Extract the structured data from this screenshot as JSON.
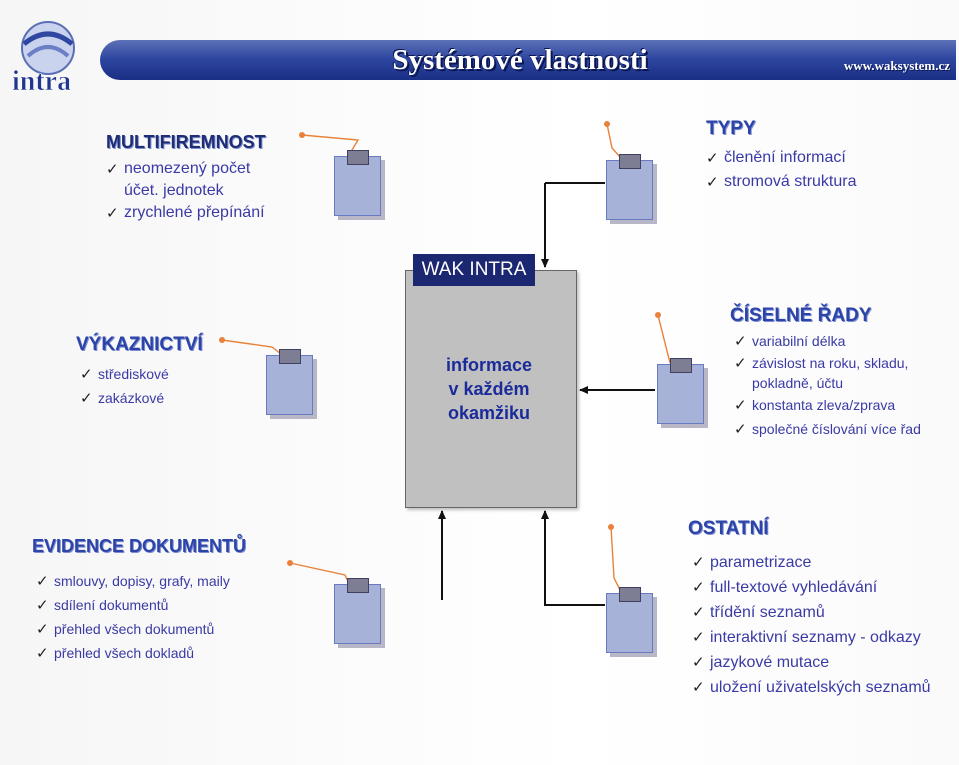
{
  "header": {
    "logo_text": "intra",
    "title": "Systémové vlastnosti",
    "website": "www.waksystem.cz"
  },
  "central": {
    "label": "WAK INTRA",
    "text_lines": [
      "informace",
      "v každém",
      "okamžiku"
    ]
  },
  "modules": {
    "multifirmenost": {
      "heading": "MULTIFIREMNOST",
      "items": [
        "neomezený počet",
        "účet. jednotek",
        "zrychlené přepínání"
      ]
    },
    "typy": {
      "heading": "TYPY",
      "items": [
        "členění informací",
        "stromová struktura"
      ]
    },
    "vykaznictvi": {
      "heading": "VÝKAZNICTVÍ",
      "items": [
        "střediskové",
        "zakázkové"
      ]
    },
    "ciselne_rady": {
      "heading": "ČÍSELNÉ ŘADY",
      "items": [
        "variabilní délka",
        "závislost na roku, skladu,",
        "pokladně, účtu",
        "konstanta zleva/zprava",
        "společné číslování více řad"
      ]
    },
    "evidence": {
      "heading": "EVIDENCE DOKUMENTŮ",
      "items": [
        "smlouvy, dopisy, grafy, maily",
        "sdílení dokumentů",
        "přehled všech dokumentů",
        "přehled všech dokladů"
      ]
    },
    "ostatni": {
      "heading": "OSTATNÍ",
      "items": [
        "parametrizace",
        "full-textové vyhledávání",
        "třídění seznamů",
        "interaktivní seznamy - odkazy",
        "jazykové mutace",
        "uložení uživatelských seznamů"
      ]
    }
  },
  "colors": {
    "heading": "#2c44a8",
    "item_text": "#3a3aa6",
    "connector_orange": "#e8823a",
    "title_bar": "#2f47a0"
  }
}
